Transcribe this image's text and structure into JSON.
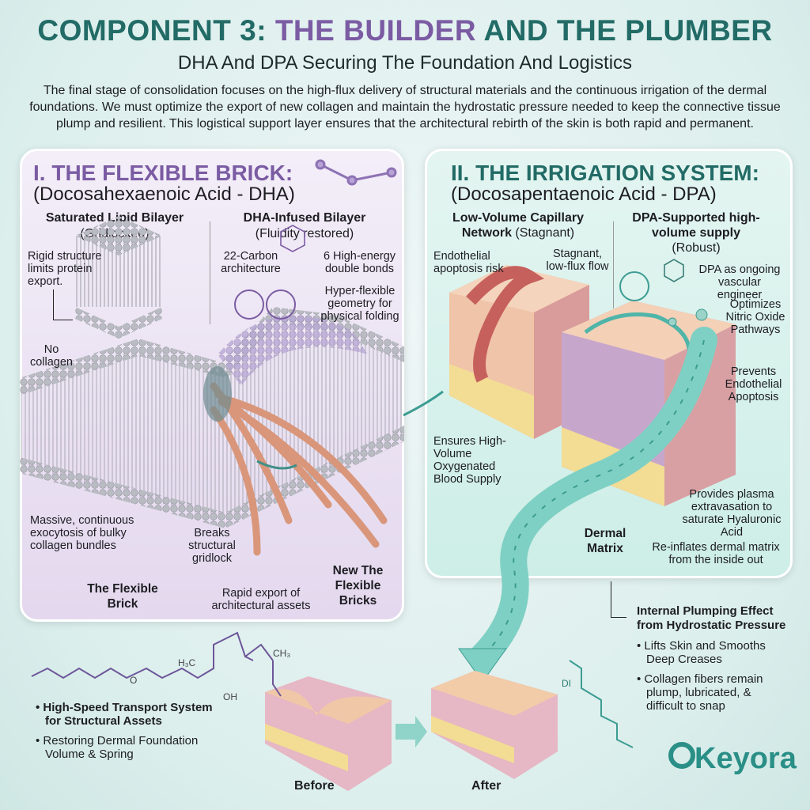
{
  "header": {
    "title_a": "COMPONENT 3: ",
    "title_b": "THE BUILDER",
    "title_c": " AND THE PLUMBER",
    "subtitle": "DHA And DPA Securing The Foundation And Logistics",
    "intro": "The final stage of consolidation focuses on the high-flux delivery of structural materials and the continuous irrigation of the dermal foundations. We must optimize the export of new collagen and maintain the hydrostatic pressure needed to keep the connective tissue plump  and resilient. This logistical support layer ensures that the architectural rebirth of the skin is both rapid and permanent."
  },
  "left": {
    "heading": "I. THE FLEXIBLE BRICK:",
    "sub": "(Docosahexaenoic Acid - DHA)",
    "col1_title": "Saturated Lipid Bilayer",
    "col1_sub": "(Gridlocked)",
    "col2_title": "DHA-Infused Bilayer",
    "col2_sub": "(Fluidity restored)",
    "rigid": "Rigid structure limits protein export.",
    "no_collagen": "No collagen",
    "carbon": "22-Carbon architecture",
    "double_bonds": "6 High-energy double bonds",
    "hyper": "Hyper-flexible geometry for physical folding",
    "massive": "Massive, continuous exocytosis of bulky collagen bundles",
    "breaks": "Breaks structural gridlock",
    "flex_brick": "The Flexible Brick",
    "rapid": "Rapid export of architectural assets",
    "new_bricks": "New The Flexible Bricks"
  },
  "right": {
    "heading": "II. THE IRRIGATION SYSTEM:",
    "sub": "(Docosapentaenoic Acid - DPA)",
    "col1_title": "Low-Volume Capillary Network",
    "col1_sub": "(Stagnant)",
    "col2_title": "DPA-Supported high-volume supply",
    "col2_sub": "(Robust)",
    "endo": "Endothelial apoptosis risk",
    "stagnant": "Stagnant, low-flux flow",
    "engineer": "DPA as ongoing vascular engineer",
    "nitric": "Optimizes Nitric Oxide Pathways",
    "prevents": "Prevents Endothelial Apoptosis",
    "ensures": "Ensures High-Volume Oxygenated Blood Supply",
    "plasma": "Provides plasma extravasation to saturate Hyaluronic Acid",
    "dermal": "Dermal Matrix",
    "reinflate": "Re-inflates dermal matrix from the inside out"
  },
  "bottom": {
    "chem_h3c": "H₃C",
    "chem_ch3": "CH₃",
    "chem_oh": "OH",
    "chem_o": "O",
    "chem_di": "DI",
    "bullets_left": [
      "High-Speed Transport System for Structural Assets",
      "Restoring Dermal Foundation Volume & Spring"
    ],
    "before": "Before",
    "after": "After",
    "plump_title": "Internal Plumping Effect from Hydrostatic Pressure",
    "bullets_right": [
      "Lifts Skin and Smooths Deep Creases",
      "Collagen fibers remain plump, lubricated, & difficult to snap"
    ],
    "logo": "Keyora"
  },
  "colors": {
    "teal": "#226b66",
    "purple": "#7b5ca3",
    "lavender": "#e9def2",
    "mint": "#d4f0ea"
  }
}
